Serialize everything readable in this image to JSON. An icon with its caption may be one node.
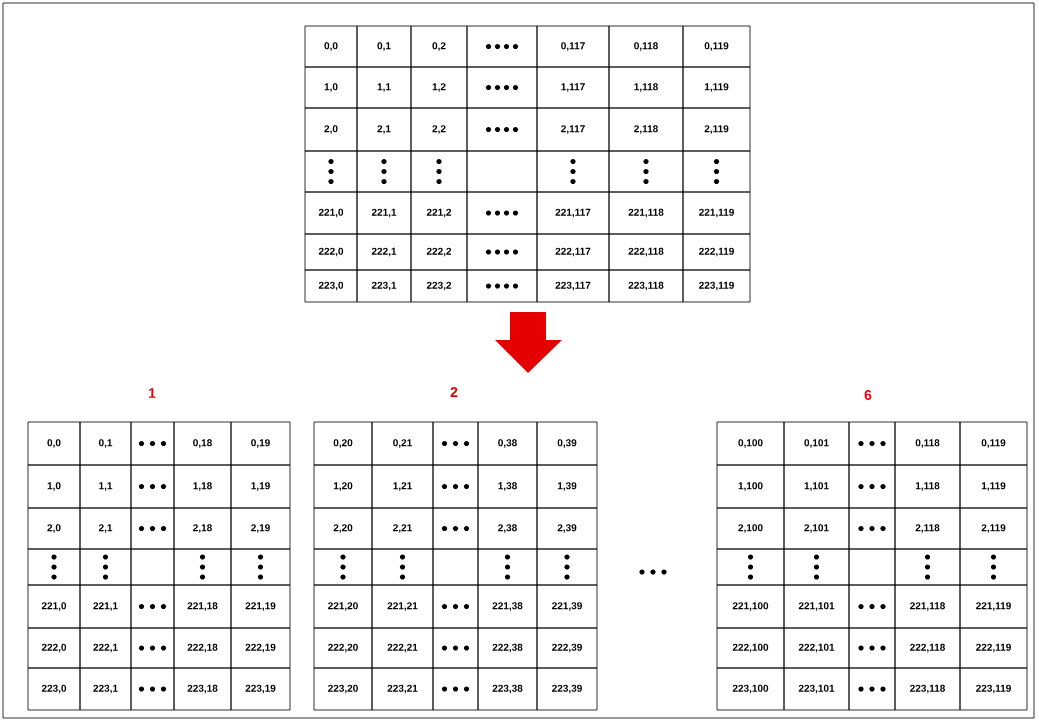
{
  "diagram": {
    "labels": [
      "0,0",
      "0,1",
      "0,2",
      "0,117",
      "0,118",
      "0,119",
      "1,0",
      "1,1",
      "1,2",
      "1,117",
      "1,118",
      "1,119",
      "2,0",
      "2,1",
      "2,2",
      "2,117",
      "2,118",
      "2,119",
      "221,0",
      "221,1",
      "221,2",
      "221,117",
      "221,118",
      "221,119",
      "222,0",
      "222,1",
      "222,2",
      "222,117",
      "222,118",
      "222,119",
      "223,0",
      "223,1",
      "223,2",
      "223,117",
      "223,118",
      "223,119",
      "1",
      "2",
      "6",
      "0,0",
      "0,1",
      "0,18",
      "0,19",
      "1,0",
      "1,1",
      "1,18",
      "1,19",
      "2,0",
      "2,1",
      "2,18",
      "2,19",
      "221,0",
      "221,1",
      "221,18",
      "221,19",
      "222,0",
      "222,1",
      "222,18",
      "222,19",
      "223,0",
      "223,1",
      "223,18",
      "223,19",
      "0,20",
      "0,21",
      "0,38",
      "0,39",
      "1,20",
      "1,21",
      "1,38",
      "1,39",
      "2,20",
      "2,21",
      "2,38",
      "2,39",
      "221,20",
      "221,21",
      "221,38",
      "221,39",
      "222,20",
      "222,21",
      "222,38",
      "222,39",
      "223,20",
      "223,21",
      "223,38",
      "223,39",
      "0,100",
      "0,101",
      "0,118",
      "0,119",
      "1,100",
      "1,101",
      "1,118",
      "1,119",
      "2,100",
      "2,101",
      "2,118",
      "2,119",
      "221,100",
      "221,101",
      "221,118",
      "221,119",
      "222,100",
      "222,101",
      "222,118",
      "222,119",
      "223,100",
      "223,101",
      "223,118",
      "223,119"
    ]
  }
}
